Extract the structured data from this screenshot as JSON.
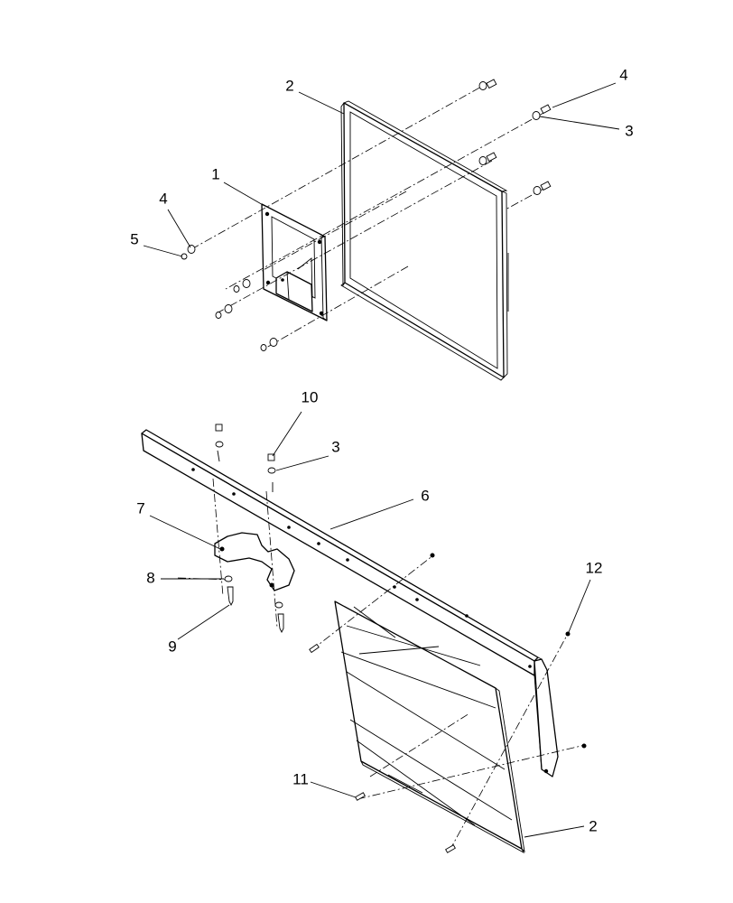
{
  "diagram": {
    "callouts": [
      {
        "id": "c2-top",
        "label": "2"
      },
      {
        "id": "c4-top",
        "label": "4"
      },
      {
        "id": "c3-top",
        "label": "3"
      },
      {
        "id": "c1",
        "label": "1"
      },
      {
        "id": "c4-left",
        "label": "4"
      },
      {
        "id": "c5",
        "label": "5"
      },
      {
        "id": "c10",
        "label": "10"
      },
      {
        "id": "c3-mid",
        "label": "3"
      },
      {
        "id": "c6",
        "label": "6"
      },
      {
        "id": "c7",
        "label": "7"
      },
      {
        "id": "c12",
        "label": "12"
      },
      {
        "id": "c8",
        "label": "8"
      },
      {
        "id": "c9",
        "label": "9"
      },
      {
        "id": "c11",
        "label": "11"
      },
      {
        "id": "c2-bottom",
        "label": "2"
      }
    ]
  }
}
